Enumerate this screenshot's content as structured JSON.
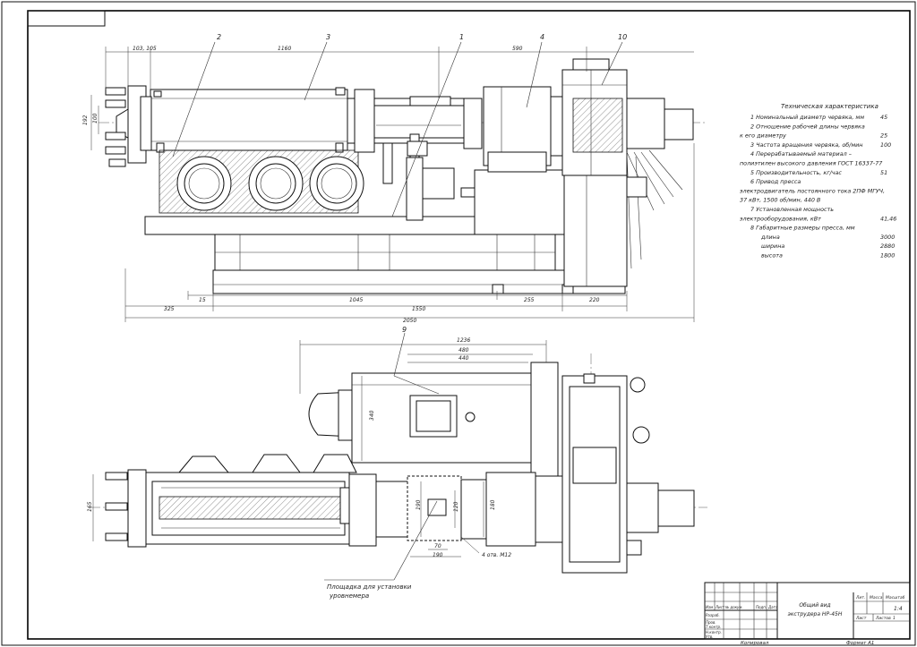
{
  "sheet": {
    "corner_code": "",
    "copy_label": "Копировал",
    "format_label": "Формат А1"
  },
  "callouts": [
    "2",
    "3",
    "1",
    "4",
    "10",
    "9"
  ],
  "dimensions": {
    "d103": "103, 105",
    "d1160": "1160",
    "d590": "590",
    "d192": "192",
    "d100": "100",
    "d15": "15",
    "d1045": "1045",
    "d255": "255",
    "d220": "220",
    "d325": "325",
    "d1550": "1550",
    "d2050": "2050",
    "d1236": "1236",
    "d480": "480",
    "d440": "440",
    "d340": "340",
    "d165": "165",
    "d190a": "190",
    "d120": "120",
    "d180": "180",
    "d70": "70",
    "d190b": "190",
    "holes": "4 отв. М12"
  },
  "specs": {
    "title": "Техническая характеристика",
    "rows": [
      {
        "text": "1 Номинальный диаметр червяка, мм",
        "value": "45",
        "indent": true
      },
      {
        "text": "2 Отношение рабочей длины червяка",
        "value": "",
        "indent": true
      },
      {
        "text": "к его диаметру",
        "value": "25",
        "indent": false
      },
      {
        "text": "3 Частота вращения червяка, об/мин",
        "value": "100",
        "indent": true
      },
      {
        "text": "4 Перерабатываемый материал –",
        "value": "",
        "indent": true
      },
      {
        "text": "полиэтилен высокого давления ГОСТ 16337-77",
        "value": "",
        "indent": false
      },
      {
        "text": "5 Производительность, кг/час",
        "value": "51",
        "indent": true
      },
      {
        "text": "6 Привод пресса",
        "value": "",
        "indent": true
      },
      {
        "text": "электродвигатель постоянного тока 2ПФ МГУЧ,",
        "value": "",
        "indent": false
      },
      {
        "text": "37 кВт, 1500 об/мин, 440 В",
        "value": "",
        "indent": false
      },
      {
        "text": "7 Установленная мощность",
        "value": "",
        "indent": true
      },
      {
        "text": "электрооборудования, кВт",
        "value": "41,46",
        "indent": false
      },
      {
        "text": "8 Габаритные размеры пресса, мм",
        "value": "",
        "indent": true
      },
      {
        "text": "длина",
        "value": "3000",
        "indent": "sub"
      },
      {
        "text": "ширина",
        "value": "2880",
        "indent": "sub"
      },
      {
        "text": "высота",
        "value": "1800",
        "indent": "sub"
      }
    ]
  },
  "note": {
    "line1": "Площадка для установки",
    "line2": "уровнемера"
  },
  "title_block": {
    "name_line1": "Общий вид",
    "name_line2": "экструдера НР-45Н",
    "col_lit": "Лит.",
    "col_mass": "Масса",
    "col_scale": "Масштаб",
    "scale_value": "1:4",
    "sheet_label": "Лист",
    "sheets_label": "Листов",
    "sheets_value": "1",
    "hdr_izm": "Изм",
    "hdr_list": "Лист",
    "hdr_doc": "№ докум.",
    "hdr_sign": "Подп.",
    "hdr_date": "Дата",
    "row_dev": "Разраб.",
    "row_check": "Пров.",
    "row_tcontrol": "Т.контр.",
    "row_ncontrol": "Н.контр.",
    "row_approved": "Утв."
  }
}
